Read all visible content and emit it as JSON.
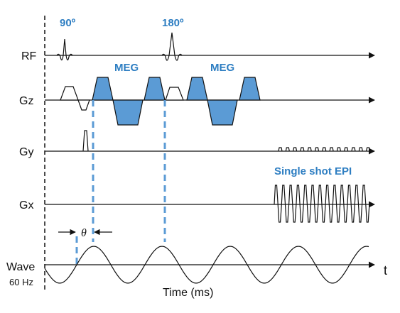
{
  "colors": {
    "accent": "#2e7ec2",
    "lobe_fill": "#5b9bd5",
    "dash": "#5b9bd5",
    "ink": "#111111"
  },
  "labels": {
    "pulse_90": "90º",
    "pulse_180": "180º",
    "meg_1": "MEG",
    "meg_2": "MEG",
    "epi": "Single shot EPI",
    "theta": "θ",
    "time_axis": "Time (ms)",
    "t_axis": "t"
  },
  "channels": {
    "rf": "RF",
    "gz": "Gz",
    "gy": "Gy",
    "gx": "Gx",
    "wave": "Wave",
    "wave_freq": "60 Hz"
  }
}
